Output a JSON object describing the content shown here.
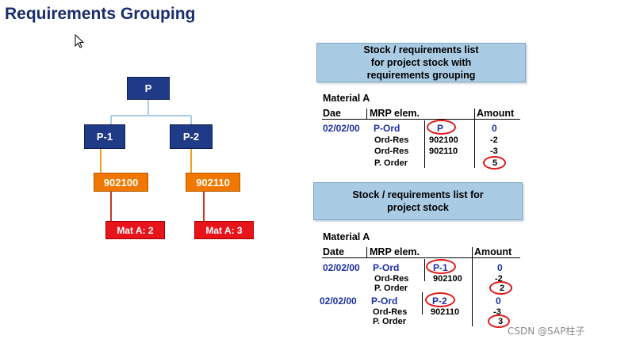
{
  "title": "Requirements Grouping",
  "tree": {
    "root": "P",
    "children": [
      "P-1",
      "P-2"
    ],
    "reservations": [
      "902100",
      "902110"
    ],
    "materials": [
      "Mat A: 2",
      "Mat A: 3"
    ],
    "colors": {
      "project": "#1f3a87",
      "reservation": "#f07800",
      "material": "#e8141b",
      "connector_top": "#a9cbe3",
      "connector_mid": "#f0a020",
      "connector_low": "#c0392b"
    }
  },
  "table1": {
    "header_lines": [
      "Stock / requirements list",
      "for project stock with",
      "requirements grouping"
    ],
    "material": "Material A",
    "col_date": "Dae",
    "col_mrp": "MRP elem.",
    "col_amount": "Amount",
    "date": "02/02/00",
    "main_elem": "P-Ord",
    "main_tag": "P",
    "main_amount": "0",
    "rows": [
      {
        "elem": "Ord-Res",
        "number": "902100",
        "amount": "-2"
      },
      {
        "elem": "Ord-Res",
        "number": "902110",
        "amount": "-3"
      },
      {
        "elem": "P. Order",
        "number": "",
        "amount": "5"
      }
    ]
  },
  "table2": {
    "header_lines": [
      "Stock / requirements list for",
      "project stock"
    ],
    "material": "Material A",
    "col_date": "Date",
    "col_mrp": "MRP elem.",
    "col_amount": "Amount",
    "groups": [
      {
        "date": "02/02/00",
        "elem": "P-Ord",
        "tag": "P-1",
        "amount": "0",
        "res_elem": "Ord-Res",
        "res_number": "902100",
        "res_amount": "-2",
        "po_elem": "P. Order",
        "po_amount": "2"
      },
      {
        "date": "02/02/00",
        "elem": "P-Ord",
        "tag": "P-2",
        "amount": "0",
        "res_elem": "Ord-Res",
        "res_number": "902110",
        "res_amount": "-3",
        "po_elem": "P. Order",
        "po_amount": "3"
      }
    ]
  },
  "watermark": "CSDN @SAP柱子",
  "icons": {
    "cursor": "mouse-pointer-icon"
  }
}
